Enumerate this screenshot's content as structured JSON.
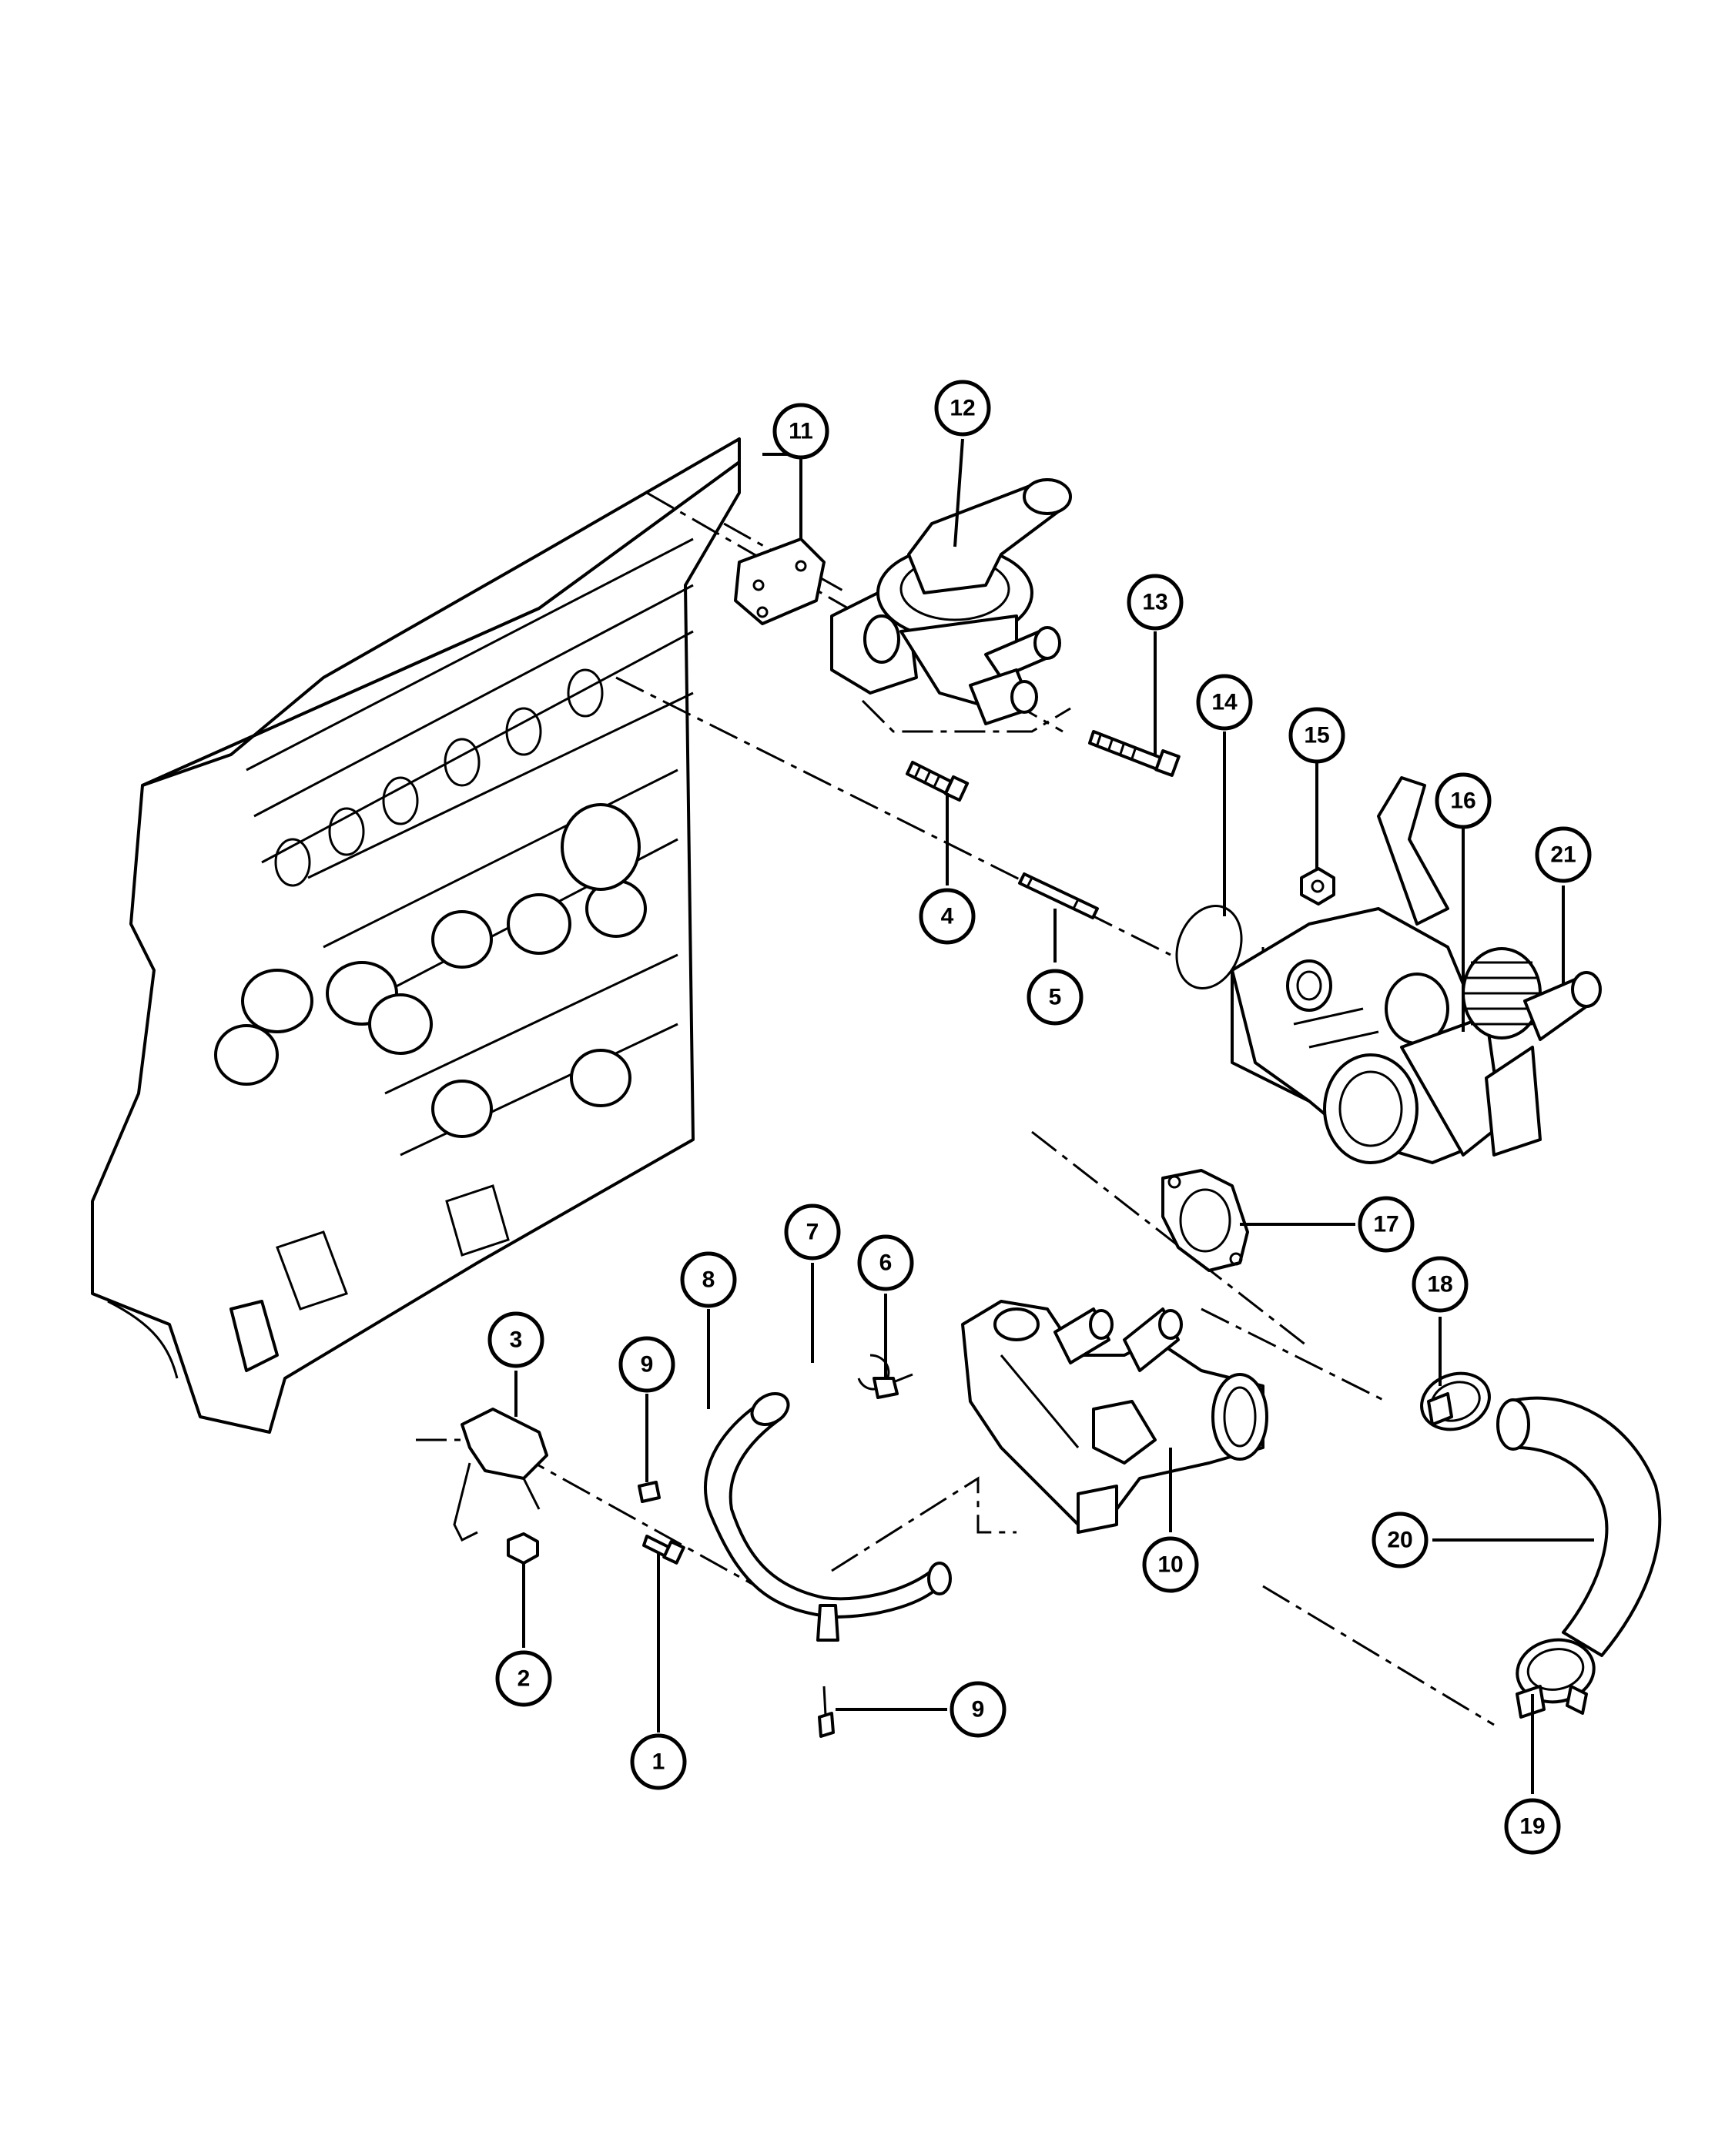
{
  "diagram": {
    "callouts": [
      {
        "id": "c1",
        "label": "1"
      },
      {
        "id": "c2",
        "label": "2"
      },
      {
        "id": "c3",
        "label": "3"
      },
      {
        "id": "c4",
        "label": "4"
      },
      {
        "id": "c5",
        "label": "5"
      },
      {
        "id": "c6",
        "label": "6"
      },
      {
        "id": "c7",
        "label": "7"
      },
      {
        "id": "c8",
        "label": "8"
      },
      {
        "id": "c9a",
        "label": "9"
      },
      {
        "id": "c9b",
        "label": "9"
      },
      {
        "id": "c10",
        "label": "10"
      },
      {
        "id": "c11",
        "label": "11"
      },
      {
        "id": "c12",
        "label": "12"
      },
      {
        "id": "c13",
        "label": "13"
      },
      {
        "id": "c14",
        "label": "14"
      },
      {
        "id": "c15",
        "label": "15"
      },
      {
        "id": "c16",
        "label": "16"
      },
      {
        "id": "c17",
        "label": "17"
      },
      {
        "id": "c18",
        "label": "18"
      },
      {
        "id": "c19",
        "label": "19"
      },
      {
        "id": "c20",
        "label": "20"
      },
      {
        "id": "c21",
        "label": "21"
      }
    ]
  },
  "colors": {
    "line": "#000000",
    "background": "#ffffff"
  }
}
